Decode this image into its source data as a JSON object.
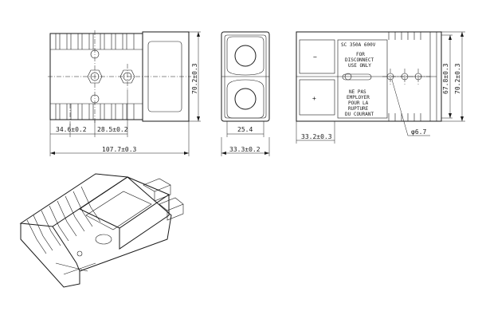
{
  "dimensions": {
    "rib_pitch": "34.6±0.2",
    "boss_spacing": "28.5±0.2",
    "overall_length": "107.7±0.3",
    "side_height": "70.2±0.3",
    "contact_width": "25.4",
    "overall_width": "33.3±0.2",
    "face_height_inner": "67.8±0.3",
    "face_height_outer": "70.2±0.3",
    "face_offset": "33.2±0.3",
    "hole_diameter": "φ6.7"
  },
  "label_plate": {
    "rating_line": "SC  350A 600V",
    "warning_en": [
      "FOR",
      "DISCONNECT",
      "USE ONLY"
    ],
    "warning_fr": [
      "NE PAS",
      "EMPLOYER",
      "POUR LA",
      "RUPTURE",
      "DU COURANT"
    ]
  },
  "polarity": {
    "top": "−",
    "bottom": "+"
  }
}
